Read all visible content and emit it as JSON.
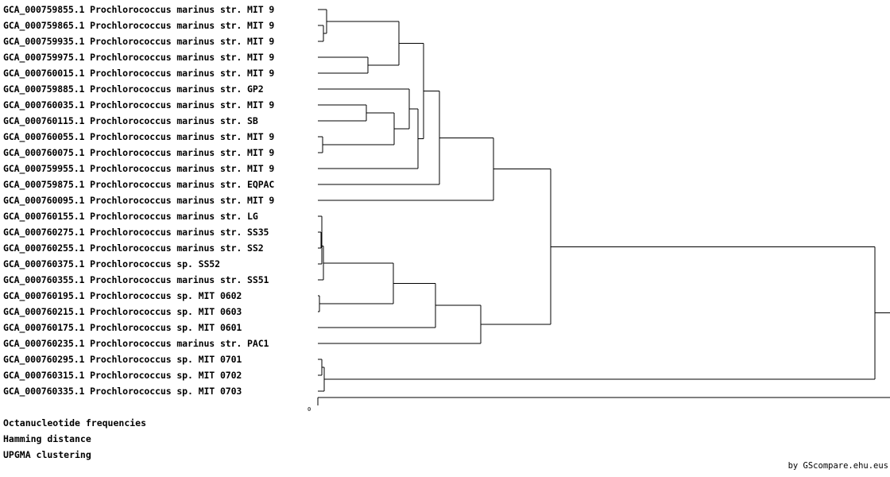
{
  "leaves": [
    "GCA_000759855.1 Prochlorococcus marinus str. MIT 9",
    "GCA_000759865.1 Prochlorococcus marinus str. MIT 9",
    "GCA_000759935.1 Prochlorococcus marinus str. MIT 9",
    "GCA_000759975.1 Prochlorococcus marinus str. MIT 9",
    "GCA_000760015.1 Prochlorococcus marinus str. MIT 9",
    "GCA_000759885.1 Prochlorococcus marinus str. GP2",
    "GCA_000760035.1 Prochlorococcus marinus str. MIT 9",
    "GCA_000760115.1 Prochlorococcus marinus str. SB",
    "GCA_000760055.1 Prochlorococcus marinus str. MIT 9",
    "GCA_000760075.1 Prochlorococcus marinus str. MIT 9",
    "GCA_000759955.1 Prochlorococcus marinus str. MIT 9",
    "GCA_000759875.1 Prochlorococcus marinus str. EQPAC",
    "GCA_000760095.1 Prochlorococcus marinus str. MIT 9",
    "GCA_000760155.1 Prochlorococcus marinus str. LG",
    "GCA_000760275.1 Prochlorococcus marinus str. SS35",
    "GCA_000760255.1 Prochlorococcus marinus str. SS2",
    "GCA_000760375.1 Prochlorococcus sp. SS52",
    "GCA_000760355.1 Prochlorococcus marinus str. SS51",
    "GCA_000760195.1 Prochlorococcus sp. MIT 0602",
    "GCA_000760215.1 Prochlorococcus sp. MIT 0603",
    "GCA_000760175.1 Prochlorococcus sp. MIT 0601",
    "GCA_000760235.1 Prochlorococcus marinus str. PAC1",
    "GCA_000760295.1 Prochlorococcus sp. MIT 0701",
    "GCA_000760315.1 Prochlorococcus sp. MIT 0702",
    "GCA_000760335.1 Prochlorococcus sp. MIT 0703"
  ],
  "scale_zero_label": "0",
  "method": {
    "features": "Octanucleotide frequencies",
    "distance": "Hamming distance",
    "clustering": "UPGMA clustering"
  },
  "credit": "by GScompare.ehu.eus"
}
